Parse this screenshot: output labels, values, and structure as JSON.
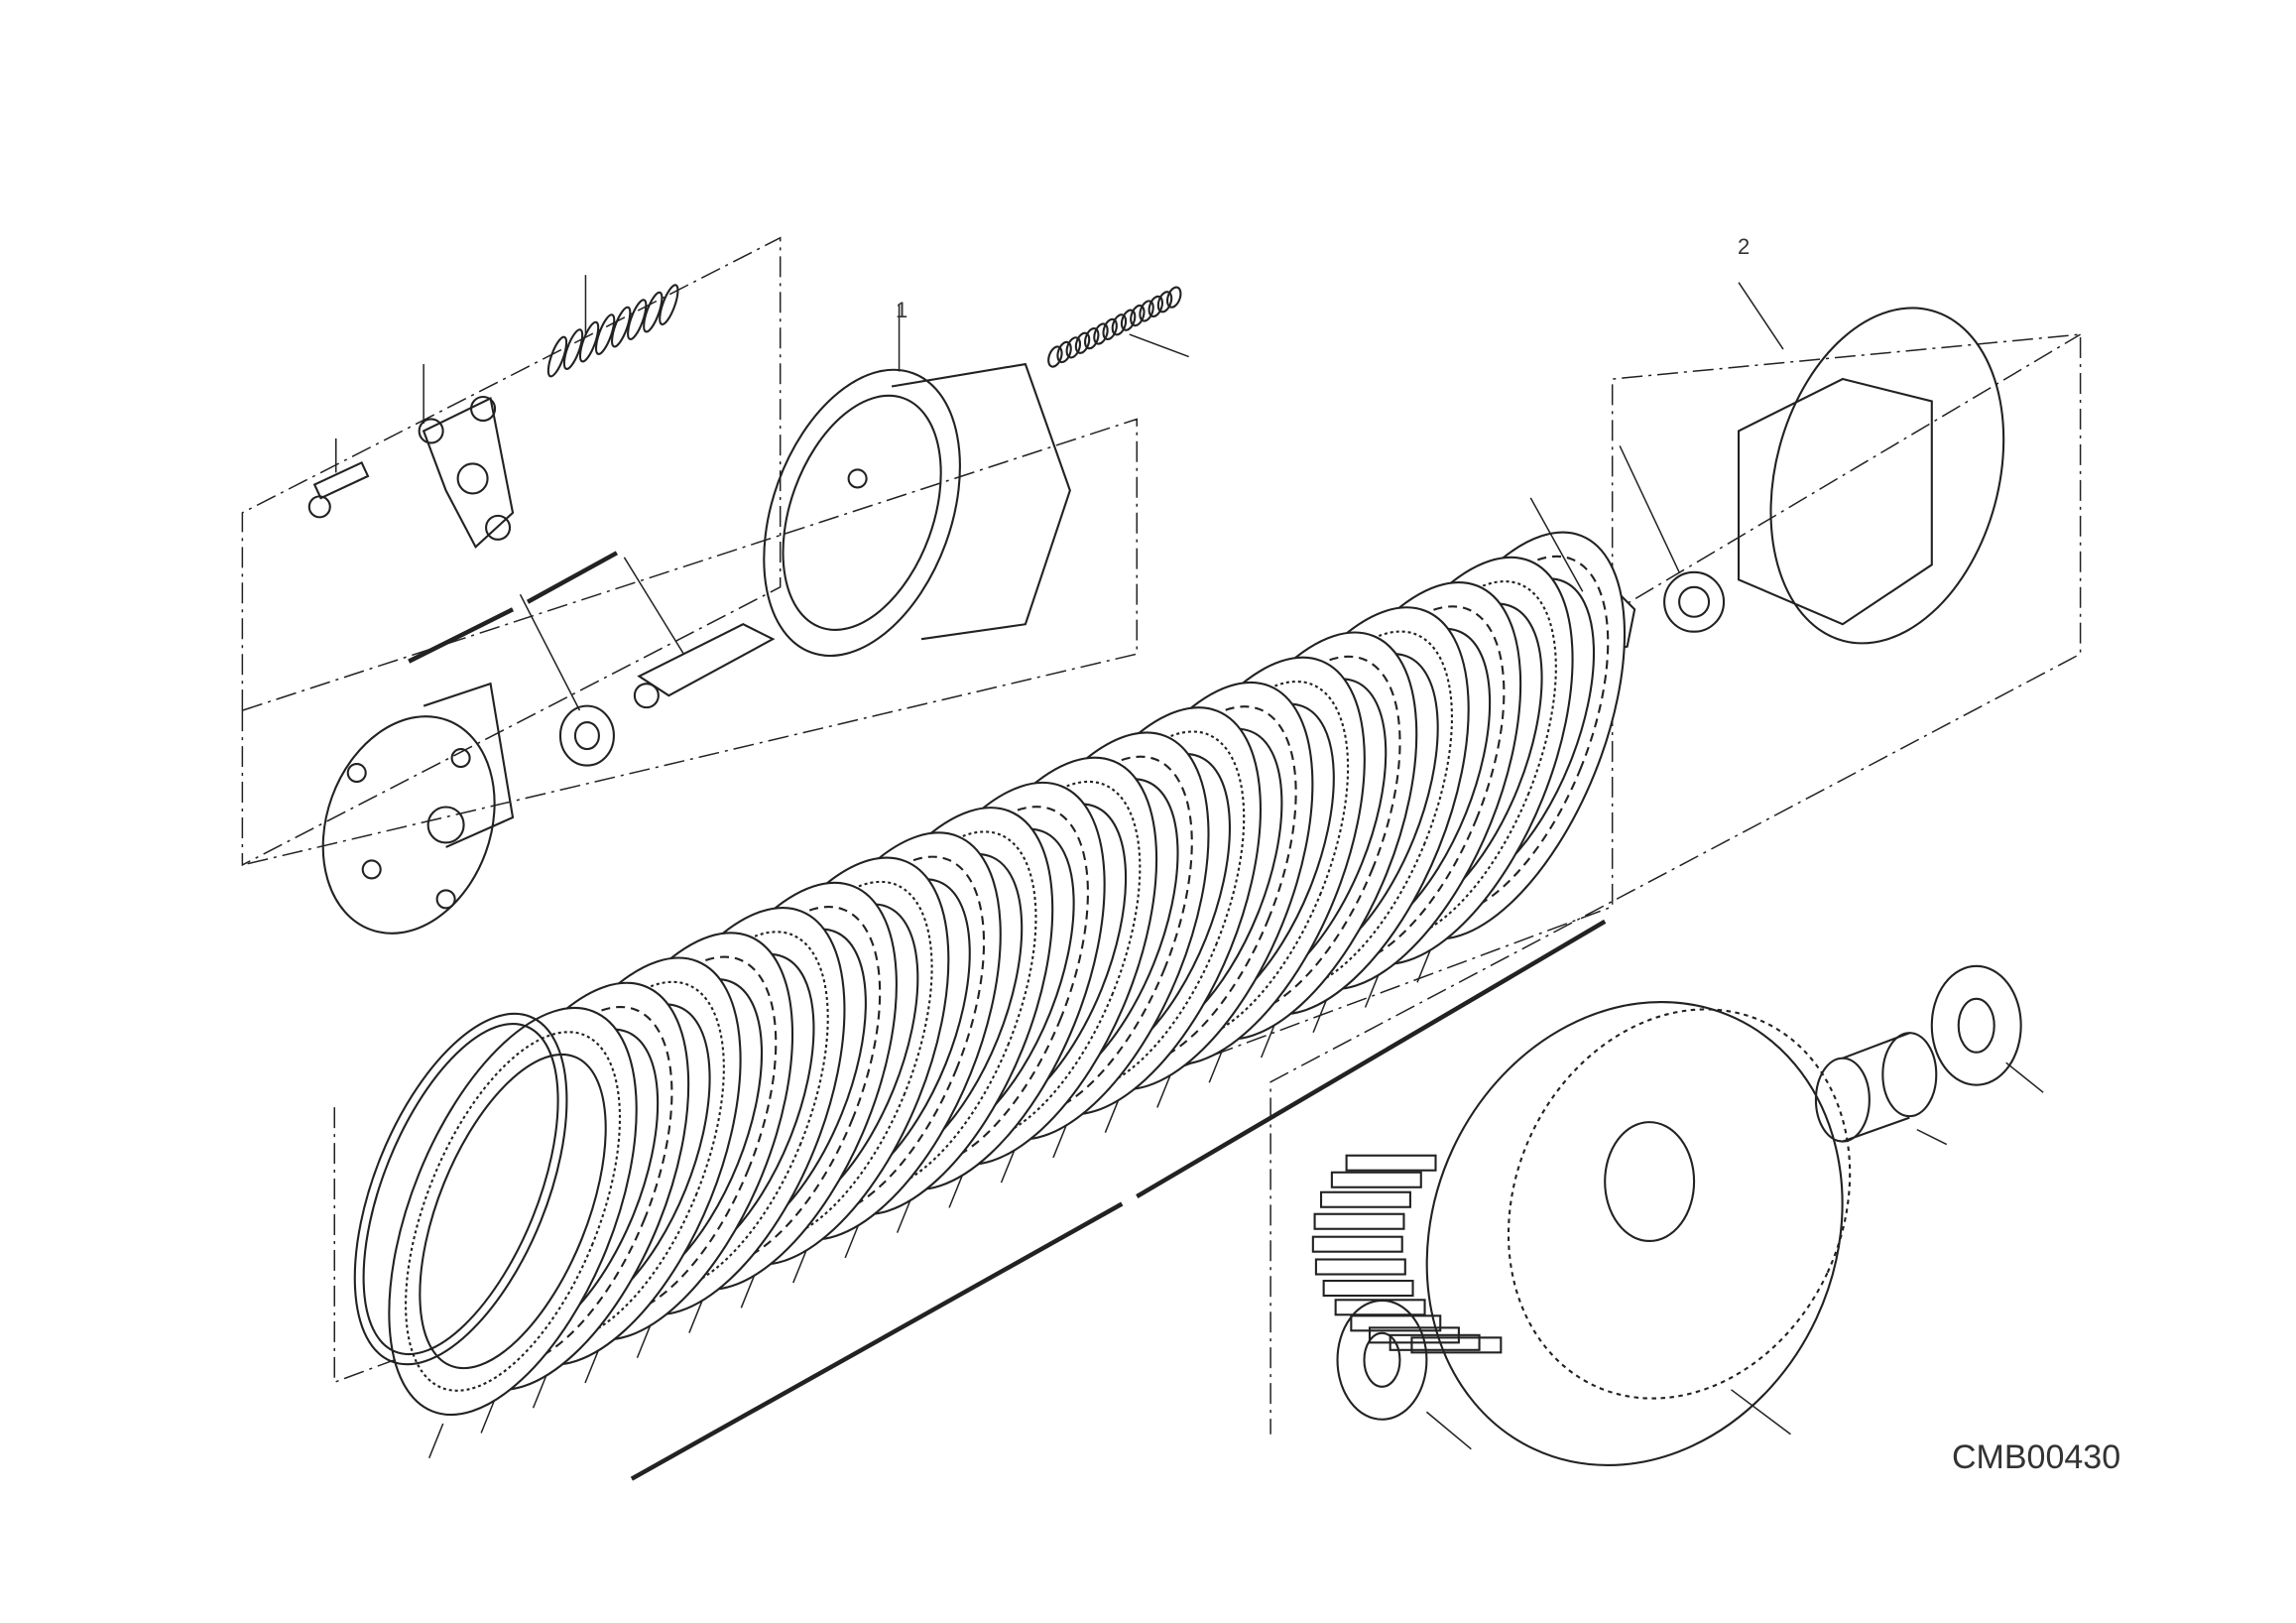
{
  "drawing": {
    "code": "CMB00430",
    "callouts": [
      "1",
      "2"
    ]
  },
  "colors": {
    "line": "#222222",
    "background": "#ffffff"
  }
}
